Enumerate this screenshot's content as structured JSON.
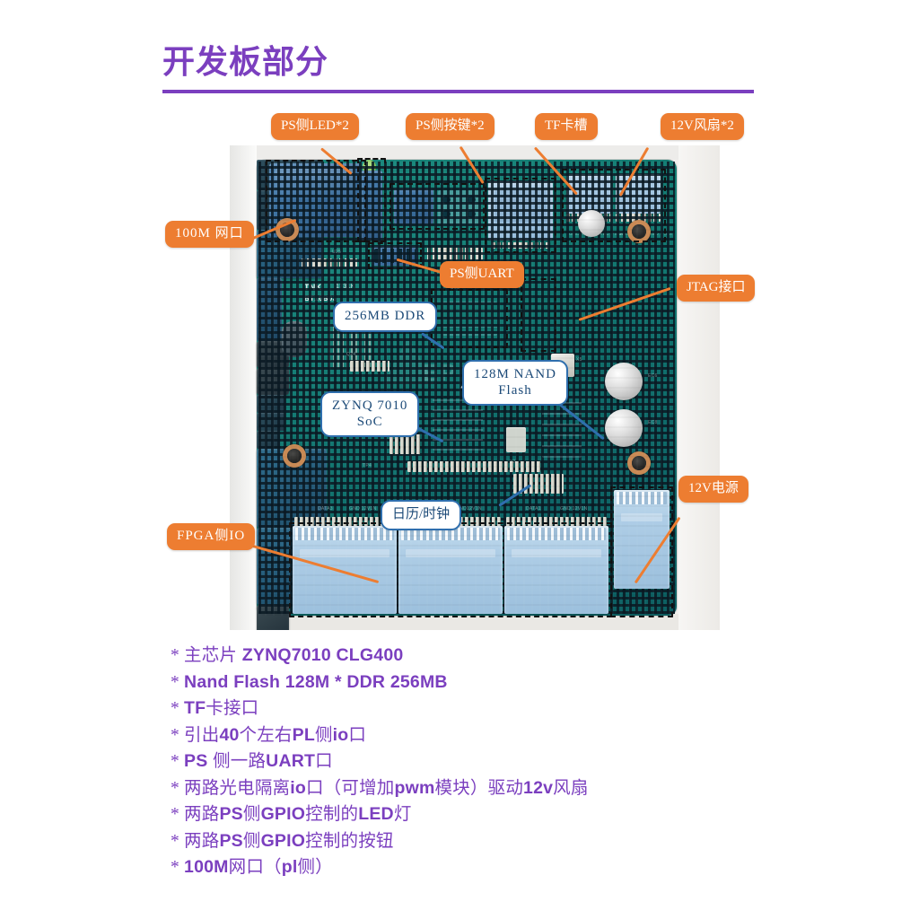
{
  "page": {
    "title": "开发板部分",
    "accent_purple": "#7B3FBF",
    "accent_orange": "#ED7D31",
    "label_blue": "#2F6FAE"
  },
  "callouts": {
    "orange": [
      {
        "id": "ps-led",
        "text": "PS侧LED*2"
      },
      {
        "id": "ps-key",
        "text": "PS侧按键*2"
      },
      {
        "id": "tf-slot",
        "text": "TF卡槽"
      },
      {
        "id": "fan-12v",
        "text": "12V风扇*2"
      },
      {
        "id": "eth-100m",
        "text": "100M 网口"
      },
      {
        "id": "ps-uart",
        "text": "PS侧UART"
      },
      {
        "id": "jtag",
        "text": "JTAG接口"
      },
      {
        "id": "power-12v",
        "text": "12V电源"
      },
      {
        "id": "fpga-io",
        "text": "FPGA侧IO"
      }
    ],
    "white": [
      {
        "id": "ddr",
        "text": "256MB DDR"
      },
      {
        "id": "nand",
        "line1": "128M NAND",
        "line2": "Flash"
      },
      {
        "id": "zynq",
        "line1": "ZYNQ 7010",
        "line2": "SoC"
      },
      {
        "id": "rtc",
        "text": "日历/时钟"
      }
    ]
  },
  "board_silk": {
    "ic_brand": "TNK",
    "ic_code": "1731K",
    "ic_part": "BT16B03",
    "big": "EP",
    "refs": [
      "U25",
      "U66",
      "U12",
      "Y2",
      "X5",
      "DATA3",
      "GND 12V1N",
      "DATA2",
      "GND12V1N",
      "DATA1",
      "GND 12V1N",
      "4R7",
      "4R7",
      "EC6",
      "EC8",
      "J3",
      "J2",
      "Q24",
      "TP4"
    ]
  },
  "specs": [
    [
      {
        "t": "* ",
        "b": false
      },
      {
        "t": "主芯片 ",
        "b": false
      },
      {
        "t": "ZYNQ7010 CLG400",
        "b": true
      }
    ],
    [
      {
        "t": "* ",
        "b": false
      },
      {
        "t": "Nand Flash 128M * DDR 256MB",
        "b": true
      }
    ],
    [
      {
        "t": "* ",
        "b": false
      },
      {
        "t": "TF",
        "b": true
      },
      {
        "t": "卡接口",
        "b": false
      }
    ],
    [
      {
        "t": "* ",
        "b": false
      },
      {
        "t": "引出",
        "b": false
      },
      {
        "t": "40",
        "b": true
      },
      {
        "t": "个左右",
        "b": false
      },
      {
        "t": "PL",
        "b": true
      },
      {
        "t": "侧",
        "b": false
      },
      {
        "t": "io",
        "b": true
      },
      {
        "t": "口",
        "b": false
      }
    ],
    [
      {
        "t": "* ",
        "b": false
      },
      {
        "t": "PS",
        "b": true
      },
      {
        "t": " 侧一路",
        "b": false
      },
      {
        "t": "UART",
        "b": true
      },
      {
        "t": "口",
        "b": false
      }
    ],
    [
      {
        "t": "* ",
        "b": false
      },
      {
        "t": "两路光电隔离",
        "b": false
      },
      {
        "t": "io",
        "b": true
      },
      {
        "t": "口（可增加",
        "b": false
      },
      {
        "t": "pwm",
        "b": true
      },
      {
        "t": "模块）驱动",
        "b": false
      },
      {
        "t": "12v",
        "b": true
      },
      {
        "t": "风扇",
        "b": false
      }
    ],
    [
      {
        "t": "* ",
        "b": false
      },
      {
        "t": "两路",
        "b": false
      },
      {
        "t": "PS",
        "b": true
      },
      {
        "t": "侧",
        "b": false
      },
      {
        "t": "GPIO",
        "b": true
      },
      {
        "t": "控制的",
        "b": false
      },
      {
        "t": "LED",
        "b": true
      },
      {
        "t": "灯",
        "b": false
      }
    ],
    [
      {
        "t": "* ",
        "b": false
      },
      {
        "t": "两路",
        "b": false
      },
      {
        "t": "PS",
        "b": true
      },
      {
        "t": "侧",
        "b": false
      },
      {
        "t": "GPIO",
        "b": true
      },
      {
        "t": "控制的按钮",
        "b": false
      }
    ],
    [
      {
        "t": "* ",
        "b": false
      },
      {
        "t": "100M",
        "b": true
      },
      {
        "t": "网口（",
        "b": false
      },
      {
        "t": "pl",
        "b": true
      },
      {
        "t": "侧）",
        "b": false
      }
    ]
  ]
}
